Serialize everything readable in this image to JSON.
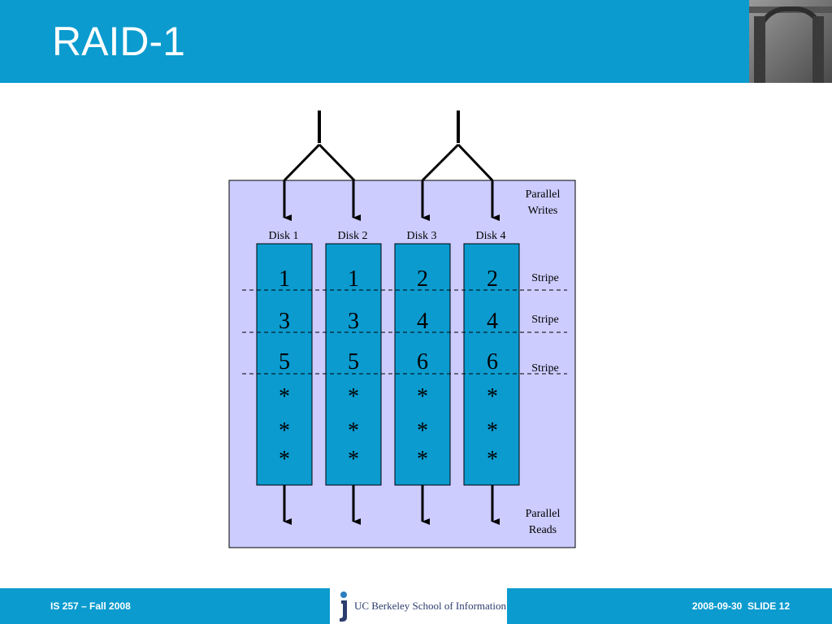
{
  "header": {
    "title": "RAID-1"
  },
  "diagram": {
    "disks": [
      {
        "label": "Disk 1",
        "cells": [
          "1",
          "3",
          "5",
          "*",
          "*",
          "*"
        ]
      },
      {
        "label": "Disk 2",
        "cells": [
          "1",
          "3",
          "5",
          "*",
          "*",
          "*"
        ]
      },
      {
        "label": "Disk 3",
        "cells": [
          "2",
          "4",
          "6",
          "*",
          "*",
          "*"
        ]
      },
      {
        "label": "Disk 4",
        "cells": [
          "2",
          "4",
          "6",
          "*",
          "*",
          "*"
        ]
      }
    ],
    "stripe_labels": [
      "Stripe",
      "Stripe",
      "Stripe"
    ],
    "writes_label_line1": "Parallel",
    "writes_label_line2": "Writes",
    "reads_label_line1": "Parallel",
    "reads_label_line2": "Reads",
    "colors": {
      "panel_fill": "#ccccff",
      "disk_fill": "#0b9bcf",
      "stroke": "#000000"
    }
  },
  "footer": {
    "left": "IS 257 – Fall 2008",
    "logo_text": "UC Berkeley School of Information",
    "right": "2008-09-30  SLIDE 12"
  }
}
